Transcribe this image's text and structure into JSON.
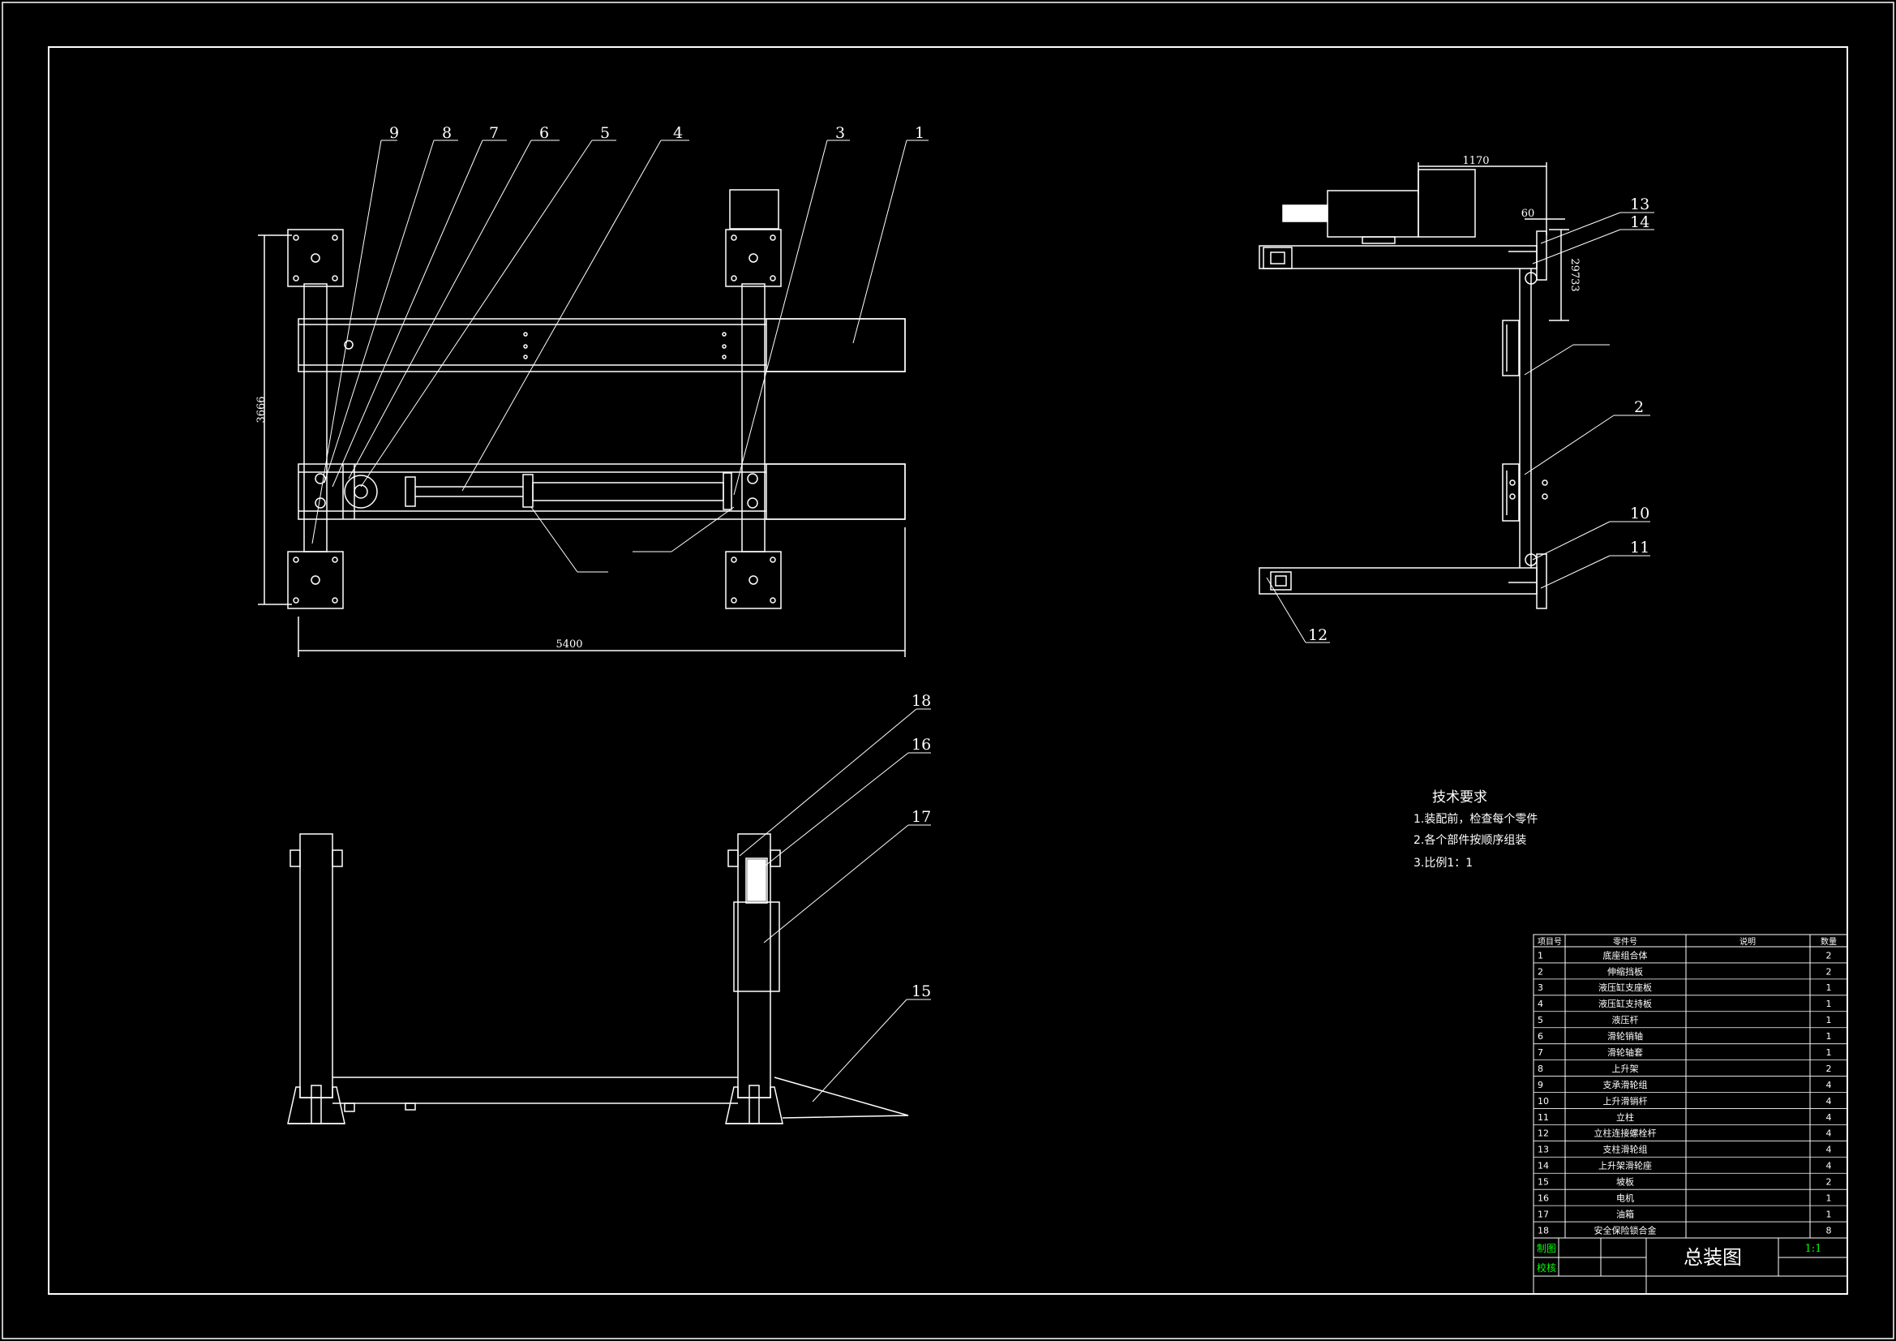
{
  "callouts": {
    "c1": "1",
    "c2": "2",
    "c3": "3",
    "c4": "4",
    "c5": "5",
    "c6": "6",
    "c7": "7",
    "c8": "8",
    "c9": "9",
    "c10": "10",
    "c11": "11",
    "c12": "12",
    "c13": "13",
    "c14": "14",
    "c15": "15",
    "c16": "16",
    "c17": "17",
    "c18": "18"
  },
  "dimensions": {
    "top_width": "5400",
    "top_height": "3666",
    "side_width": "1170",
    "side_offset": "60",
    "side_height": "29733"
  },
  "tech_requirements": {
    "title": "技术要求",
    "items": [
      "1.装配前，检查每个零件",
      "2.各个部件按顺序组装",
      "3.比例1：1"
    ]
  },
  "bom": {
    "headers": [
      "项目号",
      "零件号",
      "说明",
      "数量"
    ],
    "rows": [
      {
        "no": "1",
        "name": "底座组合体",
        "qty": "2"
      },
      {
        "no": "2",
        "name": "伸缩挡板",
        "qty": "2"
      },
      {
        "no": "3",
        "name": "液压缸支座板",
        "qty": "1"
      },
      {
        "no": "4",
        "name": "液压缸支持板",
        "qty": "1"
      },
      {
        "no": "5",
        "name": "液压杆",
        "qty": "1"
      },
      {
        "no": "6",
        "name": "滑轮销轴",
        "qty": "1"
      },
      {
        "no": "7",
        "name": "滑轮轴套",
        "qty": "1"
      },
      {
        "no": "8",
        "name": "上升架",
        "qty": "2"
      },
      {
        "no": "9",
        "name": "支承滑轮组",
        "qty": "4"
      },
      {
        "no": "10",
        "name": "上升滑销杆",
        "qty": "4"
      },
      {
        "no": "11",
        "name": "立柱",
        "qty": "4"
      },
      {
        "no": "12",
        "name": "立柱连接螺栓杆",
        "qty": "4"
      },
      {
        "no": "13",
        "name": "支柱滑轮组",
        "qty": "4"
      },
      {
        "no": "14",
        "name": "上升架滑轮座",
        "qty": "4"
      },
      {
        "no": "15",
        "name": "坡板",
        "qty": "2"
      },
      {
        "no": "16",
        "name": "电机",
        "qty": "1"
      },
      {
        "no": "17",
        "name": "油箱",
        "qty": "1"
      },
      {
        "no": "18",
        "name": "安全保险锁合金",
        "qty": "8"
      }
    ]
  },
  "title_block": {
    "drawn_label": "制图",
    "checked_label": "校核",
    "title": "总装图",
    "scale": "1:1"
  },
  "colors": {
    "background": "#000000",
    "line": "#ffffff",
    "label_green": "#00ff00"
  }
}
